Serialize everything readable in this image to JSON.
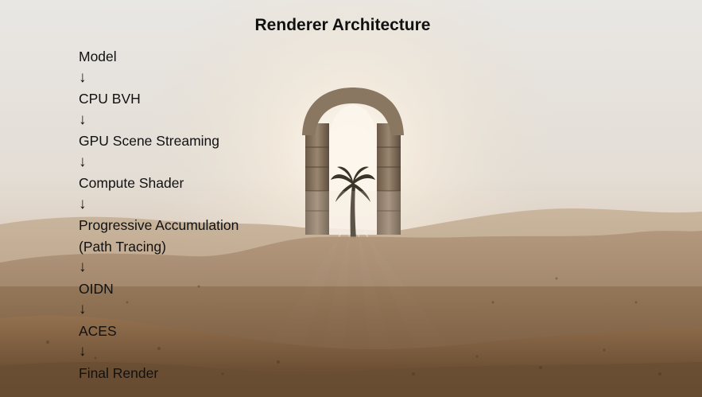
{
  "title": "Renderer Architecture",
  "steps": [
    "Model",
    "↓",
    "CPU BVH",
    "↓",
    "GPU Scene Streaming",
    "↓",
    "Compute Shader",
    "↓",
    "Progressive Accumulation",
    "(Path Tracing)",
    "↓",
    "OIDN",
    "↓",
    "ACES",
    "↓",
    "Final Render"
  ],
  "colors": {
    "text": "#111111",
    "sky": "#e6e2dc",
    "sand": "#8a6a48"
  }
}
